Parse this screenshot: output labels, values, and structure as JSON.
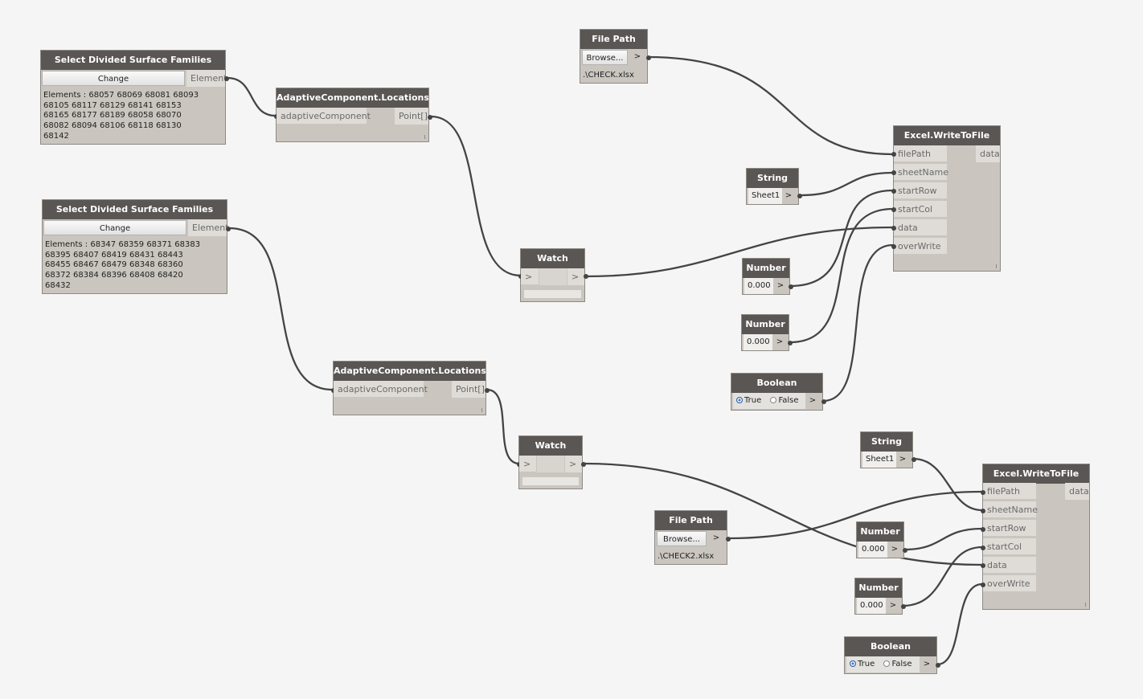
{
  "colors": {
    "background": "#f5f5f5",
    "node_body": "#cac6bf",
    "node_title": "#595654",
    "wire": "#444444",
    "radio_selected": "#3b73c4"
  },
  "nodes": {
    "select1": {
      "title": "Select Divided Surface Families",
      "button": "Change",
      "output": "Element",
      "elements_text": "Elements : 68057 68069 68081 68093\n68105 68117 68129 68141 68153\n68165 68177 68189 68058 68070\n68082 68094 68106 68118 68130\n68142"
    },
    "select2": {
      "title": "Select Divided Surface Families",
      "button": "Change",
      "output": "Element",
      "elements_text": "Elements : 68347 68359 68371 68383\n68395 68407 68419 68431 68443\n68455 68467 68479 68348 68360\n68372 68384 68396 68408 68420\n68432"
    },
    "adaptive1": {
      "title": "AdaptiveComponent.Locations",
      "input": "adaptiveComponent",
      "output": "Point[]"
    },
    "adaptive2": {
      "title": "AdaptiveComponent.Locations",
      "input": "adaptiveComponent",
      "output": "Point[]"
    },
    "watch1": {
      "title": "Watch",
      "in_arrow": ">",
      "out_arrow": ">"
    },
    "watch2": {
      "title": "Watch",
      "in_arrow": ">",
      "out_arrow": ">"
    },
    "filepath1": {
      "title": "File Path",
      "button": "Browse...",
      "arrow": ">",
      "path": ".\\CHECK.xlsx"
    },
    "filepath2": {
      "title": "File Path",
      "button": "Browse...",
      "arrow": ">",
      "path": ".\\CHECK2.xlsx"
    },
    "string1": {
      "title": "String",
      "value": "Sheet1",
      "arrow": ">"
    },
    "string2": {
      "title": "String",
      "value": "Sheet1",
      "arrow": ">"
    },
    "number1": {
      "title": "Number",
      "value": "0.000",
      "arrow": ">"
    },
    "number2": {
      "title": "Number",
      "value": "0.000",
      "arrow": ">"
    },
    "number3": {
      "title": "Number",
      "value": "0.000",
      "arrow": ">"
    },
    "number4": {
      "title": "Number",
      "value": "0.000",
      "arrow": ">"
    },
    "boolean1": {
      "title": "Boolean",
      "true_label": "True",
      "false_label": "False",
      "arrow": ">",
      "selected": "True"
    },
    "boolean2": {
      "title": "Boolean",
      "true_label": "True",
      "false_label": "False",
      "arrow": ">",
      "selected": "True"
    },
    "excel1": {
      "title": "Excel.WriteToFile",
      "inputs": [
        "filePath",
        "sheetName",
        "startRow",
        "startCol",
        "data",
        "overWrite"
      ],
      "output": "data"
    },
    "excel2": {
      "title": "Excel.WriteToFile",
      "inputs": [
        "filePath",
        "sheetName",
        "startRow",
        "startCol",
        "data",
        "overWrite"
      ],
      "output": "data"
    }
  }
}
